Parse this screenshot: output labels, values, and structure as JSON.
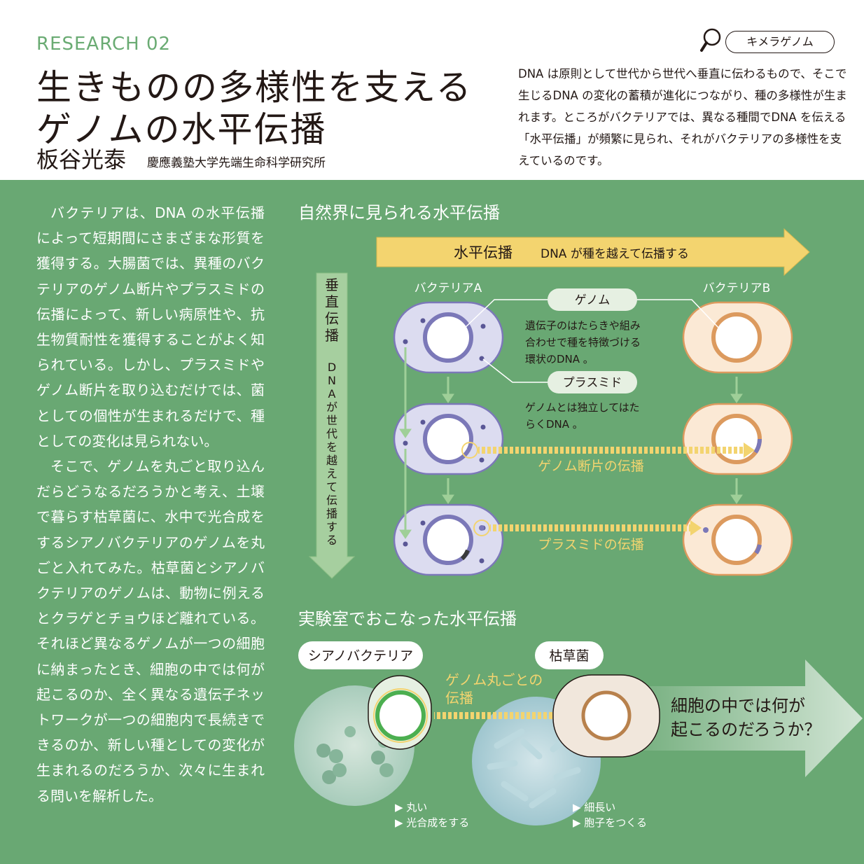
{
  "header": {
    "series": "RESEARCH 02",
    "title_line1": "生きものの多様性を支える",
    "title_line2": "ゲノムの水平伝播",
    "author": "板谷光泰",
    "affiliation": "慶應義塾大学先端生命科学研究所",
    "keyword": "キメラゲノム",
    "intro": "DNA は原則として世代から世代へ垂直に伝わるもので、そこで生じるDNA の変化の蓄積が進化につながり、種の多様性が生まれます。ところがバクテリアでは、異なる種間でDNA を伝える「水平伝播」が頻繁に見られ、それがバクテリアの多様性を支えているのです。"
  },
  "body": {
    "para1": "バクテリアは、DNA の水平伝播によって短期間にさまざまな形質を獲得する。大腸菌では、異種のバクテリアのゲノム断片やプラスミドの伝播によって、新しい病原性や、抗生物質耐性を獲得することがよく知られている。しかし、プラスミドやゲノム断片を取り込むだけでは、菌としての個性が生まれるだけで、種としての変化は見られない。",
    "para2": "そこで、ゲノムを丸ごと取り込んだらどうなるだろうかと考え、土壌で暮らす枯草菌に、水中で光合成をするシアノバクテリアのゲノムを丸ごと入れてみた。枯草菌とシアノバクテリアのゲノムは、動物に例えるとクラゲとチョウほど離れている。それほど異なるゲノムが一つの細胞に納まったとき、細胞の中では何が起こるのか、全く異なる遺伝子ネットワークが一つの細胞内で長続きできるのか、新しい種としての変化が生まれるのだろうか、次々に生まれる問いを解析した。"
  },
  "diagram1": {
    "heading": "自然界に見られる水平伝播",
    "horizontal_label": "水平伝播",
    "horizontal_desc": "DNA が種を越えて伝播する",
    "vertical_label": "垂直伝播",
    "vertical_desc": "DNAが世代を越えて伝播する",
    "bacteria_a": "バクテリアA",
    "bacteria_b": "バクテリアB",
    "genome_tag": "ゲノム",
    "genome_desc_1": "遺伝子のはたらきや組み",
    "genome_desc_2": "合わせで種を特徴づける",
    "genome_desc_3": "環状のDNA 。",
    "plasmid_tag": "プラスミド",
    "plasmid_desc_1": "ゲノムとは独立してはた",
    "plasmid_desc_2": "らくDNA 。",
    "fragment_transfer": "ゲノム断片の伝播",
    "plasmid_transfer": "プラスミドの伝播",
    "colors": {
      "purple": "#7b78b8",
      "purple_fill": "#dcdcf0",
      "orange": "#dc9a5e",
      "orange_fill": "#fbe9d5",
      "yellow": "#f3d46f",
      "arrow_green": "#9fcf98"
    }
  },
  "diagram2": {
    "heading": "実験室でおこなった水平伝播",
    "cyano_tag": "シアノバクテリア",
    "subtilis_tag": "枯草菌",
    "transfer_1": "ゲノム丸ごとの",
    "transfer_2": "伝播",
    "question_1": "細胞の中では何が",
    "question_2": "起こるのだろうか？",
    "cyano_feat_1": "▶ 丸い",
    "cyano_feat_2": "▶ 光合成をする",
    "subtilis_feat_1": "▶ 細長い",
    "subtilis_feat_2": "▶ 胞子をつくる"
  }
}
